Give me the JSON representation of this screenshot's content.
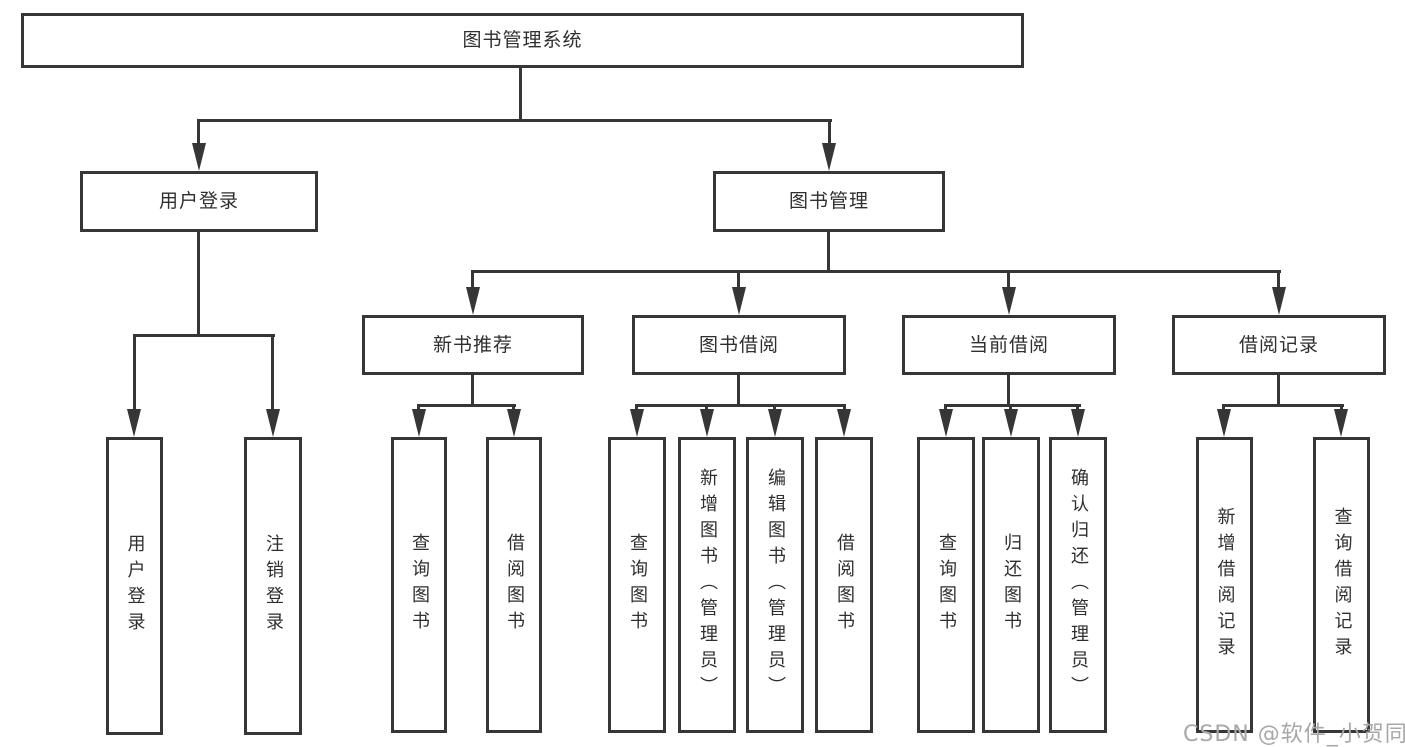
{
  "diagram": {
    "title": "图书管理系统",
    "branches": {
      "user_login": {
        "label": "用户登录",
        "children": [
          {
            "label": "用户登录"
          },
          {
            "label": "注销登录"
          }
        ]
      },
      "book_management": {
        "label": "图书管理",
        "children": [
          {
            "label": "新书推荐",
            "children": [
              {
                "label": "查询图书"
              },
              {
                "label": "借阅图书"
              }
            ]
          },
          {
            "label": "图书借阅",
            "children": [
              {
                "label": "查询图书"
              },
              {
                "label": "新增图书（管理员）"
              },
              {
                "label": "编辑图书（管理员）"
              },
              {
                "label": "借阅图书"
              }
            ]
          },
          {
            "label": "当前借阅",
            "children": [
              {
                "label": "查询图书"
              },
              {
                "label": "归还图书"
              },
              {
                "label": "确认归还（管理员）"
              }
            ]
          },
          {
            "label": "借阅记录",
            "children": [
              {
                "label": "新增借阅记录"
              },
              {
                "label": "查询借阅记录"
              }
            ]
          }
        ]
      }
    }
  },
  "watermark": {
    "text": "CSDN @软件_小贺同学"
  },
  "colors": {
    "line": "#363636",
    "text": "#2f2f2f",
    "background": "#ffffff",
    "watermark": "#a8a8a8"
  }
}
